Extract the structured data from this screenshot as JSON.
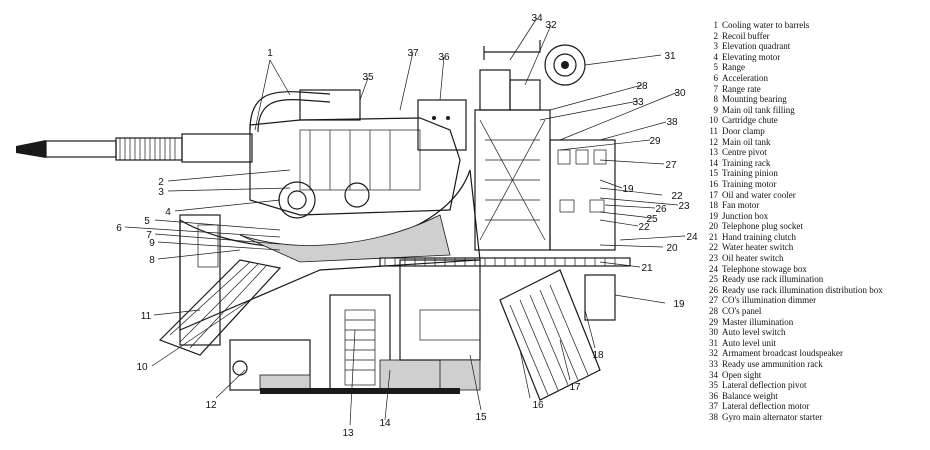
{
  "callouts": [
    {
      "n": "1"
    },
    {
      "n": "2"
    },
    {
      "n": "3"
    },
    {
      "n": "4"
    },
    {
      "n": "5"
    },
    {
      "n": "6"
    },
    {
      "n": "7"
    },
    {
      "n": "8"
    },
    {
      "n": "9"
    },
    {
      "n": "10"
    },
    {
      "n": "11"
    },
    {
      "n": "12"
    },
    {
      "n": "13"
    },
    {
      "n": "14"
    },
    {
      "n": "15"
    },
    {
      "n": "16"
    },
    {
      "n": "17"
    },
    {
      "n": "18"
    },
    {
      "n": "19"
    },
    {
      "n": "19"
    },
    {
      "n": "20"
    },
    {
      "n": "21"
    },
    {
      "n": "22"
    },
    {
      "n": "22"
    },
    {
      "n": "23"
    },
    {
      "n": "24"
    },
    {
      "n": "25"
    },
    {
      "n": "26"
    },
    {
      "n": "27"
    },
    {
      "n": "28"
    },
    {
      "n": "29"
    },
    {
      "n": "30"
    },
    {
      "n": "31"
    },
    {
      "n": "32"
    },
    {
      "n": "33"
    },
    {
      "n": "34"
    },
    {
      "n": "35"
    },
    {
      "n": "36"
    },
    {
      "n": "37"
    },
    {
      "n": "38"
    }
  ],
  "legend": [
    {
      "n": "1",
      "label": "Cooling water to barrels"
    },
    {
      "n": "2",
      "label": "Recoil buffer"
    },
    {
      "n": "3",
      "label": "Elevation quadrant"
    },
    {
      "n": "4",
      "label": "Elevating motor"
    },
    {
      "n": "5",
      "label": "Range"
    },
    {
      "n": "6",
      "label": "Acceleration"
    },
    {
      "n": "7",
      "label": "Range rate"
    },
    {
      "n": "8",
      "label": "Mounting bearing"
    },
    {
      "n": "9",
      "label": "Main oil tank filling"
    },
    {
      "n": "10",
      "label": "Cartridge chute"
    },
    {
      "n": "11",
      "label": "Door clamp"
    },
    {
      "n": "12",
      "label": "Main oil tank"
    },
    {
      "n": "13",
      "label": "Centre pivot"
    },
    {
      "n": "14",
      "label": "Training rack"
    },
    {
      "n": "15",
      "label": "Training pinion"
    },
    {
      "n": "16",
      "label": "Training motor"
    },
    {
      "n": "17",
      "label": "Oil and water cooler"
    },
    {
      "n": "18",
      "label": "Fan motor"
    },
    {
      "n": "19",
      "label": "Junction box"
    },
    {
      "n": "20",
      "label": "Telephone plug socket"
    },
    {
      "n": "21",
      "label": "Hand training clutch"
    },
    {
      "n": "22",
      "label": "Water heater switch"
    },
    {
      "n": "23",
      "label": "Oil heater switch"
    },
    {
      "n": "24",
      "label": "Telephone stowage box"
    },
    {
      "n": "25",
      "label": "Ready use rack illumination"
    },
    {
      "n": "26",
      "label": "Ready use rack illumination distribution box"
    },
    {
      "n": "27",
      "label": "CO's illumination dimmer"
    },
    {
      "n": "28",
      "label": "CO's panel"
    },
    {
      "n": "29",
      "label": "Master illumination"
    },
    {
      "n": "30",
      "label": "Auto level switch"
    },
    {
      "n": "31",
      "label": "Auto level unit"
    },
    {
      "n": "32",
      "label": "Armament broadcast loudspeaker"
    },
    {
      "n": "33",
      "label": "Ready use ammunition rack"
    },
    {
      "n": "34",
      "label": "Open sight"
    },
    {
      "n": "35",
      "label": "Lateral deflection pivot"
    },
    {
      "n": "36",
      "label": "Balance weight"
    },
    {
      "n": "37",
      "label": "Lateral deflection motor"
    },
    {
      "n": "38",
      "label": "Gyro main alternator starter"
    }
  ]
}
